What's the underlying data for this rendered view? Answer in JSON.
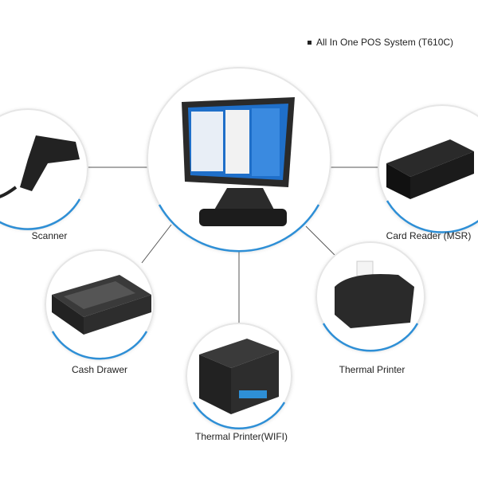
{
  "title": "All In One POS System (T610C)",
  "labels": {
    "scanner": "Scanner",
    "card_reader": "Card Reader (MSR)",
    "cash_drawer": "Cash Drawer",
    "thermal_printer": "Thermal Printer",
    "thermal_printer_wifi": "Thermal Printer(WIFI)"
  },
  "colors": {
    "accent_arc": "#2e8fd6",
    "circle_border": "#e6e6e6",
    "connector": "#555555"
  }
}
